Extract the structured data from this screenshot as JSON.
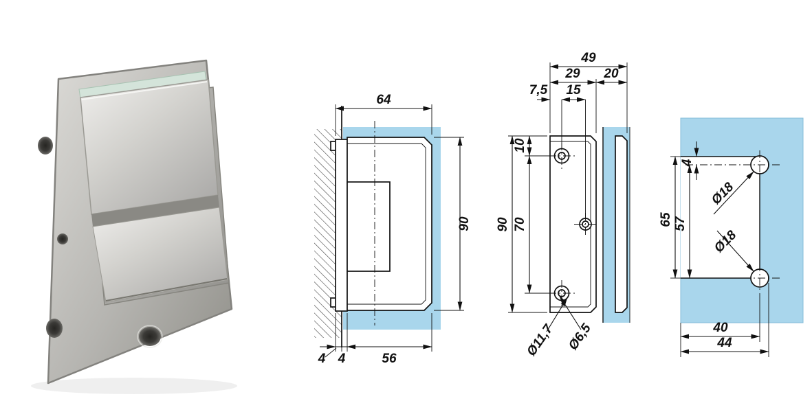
{
  "colors": {
    "glass": "#a9d6ec"
  },
  "views": {
    "side": {
      "dims": {
        "overall_depth": "64",
        "height": "90",
        "wall_offset": "4",
        "plate_thickness": "4",
        "body_depth": "56"
      }
    },
    "front": {
      "dims": {
        "overall_width": "49",
        "body_width": "29",
        "cover_width": "20",
        "hole_edge_offset": "7,5",
        "hole_pitch_x": "15",
        "hole_top_offset": "10",
        "hole_pitch_y": "70",
        "height": "90",
        "counterbore_dia": "Ø11,7",
        "screw_hole_dia": "Ø6,5"
      }
    },
    "glass_prep": {
      "dims": {
        "edge_to_hole_center": "4",
        "cutout_height": "65",
        "hole_pitch": "57",
        "hole_dia_upper": "Ø18",
        "hole_dia_lower": "Ø18",
        "hole_center_depth": "40",
        "cutout_depth": "44"
      }
    }
  }
}
